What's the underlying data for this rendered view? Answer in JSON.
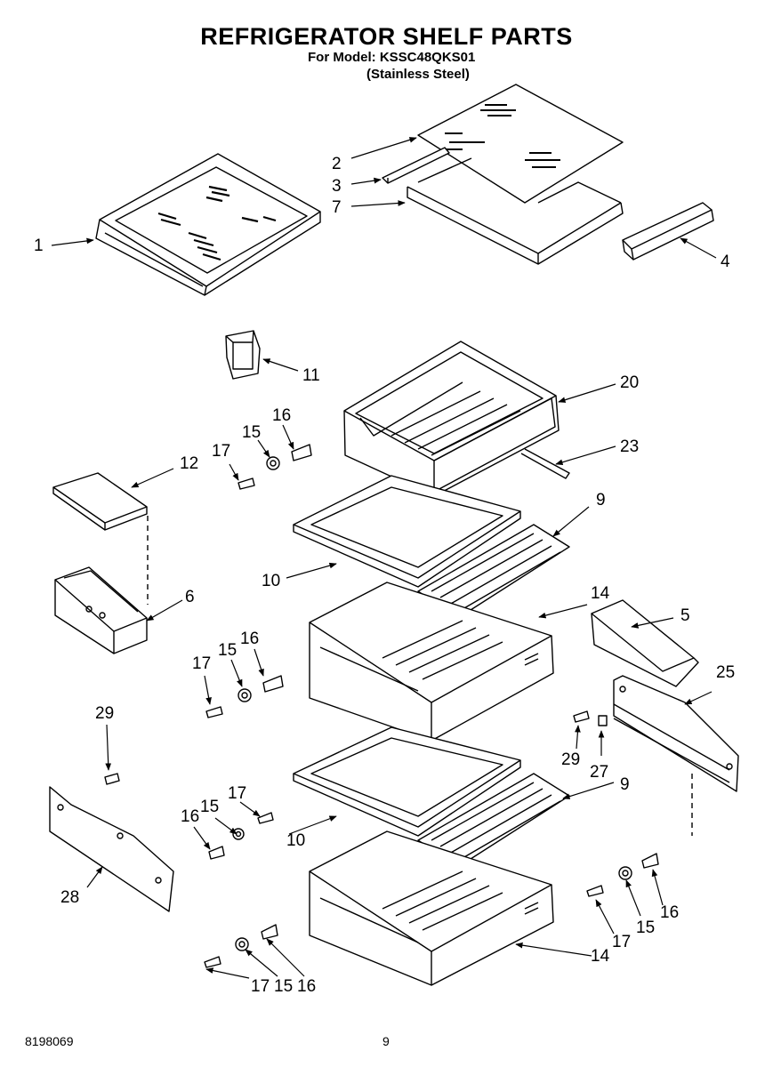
{
  "header": {
    "title": "REFRIGERATOR SHELF PARTS",
    "model_line": "For Model: KSSC48QKS01",
    "finish_line": "(Stainless Steel)"
  },
  "footer": {
    "doc_number": "8198069",
    "page_number": "9"
  },
  "callouts": {
    "c1": "1",
    "c2": "2",
    "c3": "3",
    "c7": "7",
    "c4": "4",
    "c11": "11",
    "c20": "20",
    "c23": "23",
    "c16a": "16",
    "c15a": "15",
    "c17a": "17",
    "c12": "12",
    "c9a": "9",
    "c10a": "10",
    "c14a": "14",
    "c6": "6",
    "c5": "5",
    "c16b": "16",
    "c15b": "15",
    "c17b": "17",
    "c25": "25",
    "c29a": "29",
    "c29b": "29",
    "c27": "27",
    "c9b": "9",
    "c17c": "17",
    "c15c": "15",
    "c16c": "16",
    "c10b": "10",
    "c28": "28",
    "c16d": "16",
    "c15d": "15",
    "c17d": "17",
    "c14b": "14",
    "c17e": "17",
    "c15e": "15",
    "c16e": "16"
  }
}
